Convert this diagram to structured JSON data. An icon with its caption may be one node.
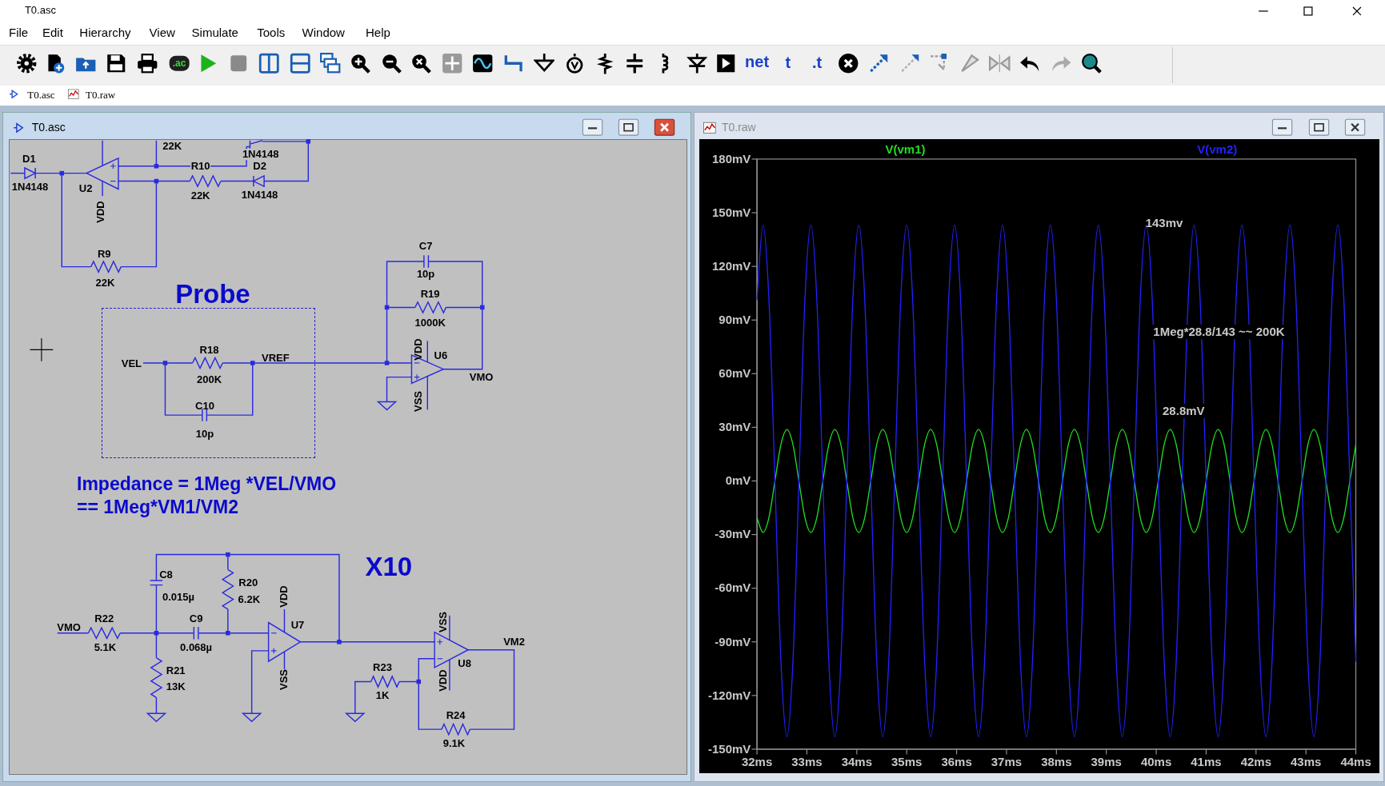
{
  "diagram": {
    "nodes": [
      {
        "text": [
          "Probe",
          "VEL",
          "R18",
          "200K",
          "VREF",
          "C10",
          "10p"
        ]
      }
    ],
    "labels": [
      "T0.asc",
      "File",
      "Edit",
      "Hierarchy",
      "View",
      "Simulate",
      "Tools",
      "Window",
      "Help",
      ".ac",
      "net",
      "t",
      ".t",
      "T0.asc",
      "T0.raw",
      "T0.asc",
      "T0.raw",
      "22K",
      "D1",
      "1N4148",
      "U2",
      "VDD",
      "1N4148",
      "R10",
      "22K",
      "D2",
      "1N4148",
      "R9",
      "22K",
      "C7",
      "10p",
      "R19",
      "1000K",
      "VDD",
      "U6",
      "VMO",
      "VSS",
      "Impedance = 1Meg *VEL/VMO",
      "== 1Meg*VM1/VM2",
      "X10",
      "C8",
      "0.015µ",
      "R20",
      "6.2K",
      "VDD",
      "VMO",
      "R22",
      "5.1K",
      "C9",
      "0.068µ",
      "U7",
      "VSS",
      "R21",
      "13K",
      "VSS",
      "VM2",
      "U8",
      "VDD",
      "R23",
      "1K",
      "R24",
      "9.1K"
    ],
    "chart_data": {
      "type": "line",
      "x": [
        32,
        32.12,
        32.24,
        32.36,
        32.48,
        32.6,
        32.72,
        32.84,
        32.96,
        33.08,
        33.2,
        33.32,
        33.44,
        33.56,
        33.68,
        33.8,
        33.92,
        34.04,
        34.16,
        34.28,
        34.4,
        34.52,
        34.64,
        34.76,
        34.88,
        35,
        35.12,
        35.24,
        35.36,
        35.48,
        35.6,
        35.72,
        35.84,
        35.96,
        36.08,
        36.2,
        36.32,
        36.44,
        36.56,
        36.68,
        36.8,
        36.92,
        37.04,
        37.16,
        37.28,
        37.4,
        37.52,
        37.64,
        37.76,
        37.88,
        38,
        38.12,
        38.24,
        38.36,
        38.48,
        38.6,
        38.72,
        38.84,
        38.96,
        39.08,
        39.2,
        39.32,
        39.44,
        39.56,
        39.68,
        39.8,
        39.92,
        40.04,
        40.16,
        40.28,
        40.4,
        40.52,
        40.64,
        40.76,
        40.88,
        41,
        41.12,
        41.24,
        41.36,
        41.48,
        41.6,
        41.72,
        41.84,
        41.96,
        42.08,
        42.2,
        42.32,
        42.44,
        42.56,
        42.68,
        42.8,
        42.92,
        43.04,
        43.16,
        43.28,
        43.4,
        43.52,
        43.64,
        43.76,
        43.88,
        44
      ],
      "series": [
        {
          "name": "V(vm1)",
          "color": "#22dd22",
          "values": [
            -20.4,
            -28.8,
            -20.4,
            0,
            20.4,
            28.8,
            20.4,
            0,
            -20.4,
            -28.8,
            -20.4,
            0,
            20.4,
            28.8,
            20.4,
            0,
            -20.4,
            -28.8,
            -20.4,
            0,
            20.4,
            28.8,
            20.4,
            0,
            -20.4,
            -28.8,
            -20.4,
            0,
            20.4,
            28.8,
            20.4,
            0,
            -20.4,
            -28.8,
            -20.4,
            0,
            20.4,
            28.8,
            20.4,
            0,
            -20.4,
            -28.8,
            -20.4,
            0,
            20.4,
            28.8,
            20.4,
            0,
            -20.4,
            -28.8,
            -20.4,
            0,
            20.4,
            28.8,
            20.4,
            0,
            -20.4,
            -28.8,
            -20.4,
            0,
            20.4,
            28.8,
            20.4,
            0,
            -20.4,
            -28.8,
            -20.4,
            0,
            20.4,
            28.8,
            20.4,
            0,
            -20.4,
            -28.8,
            -20.4,
            0,
            20.4,
            28.8,
            20.4,
            0,
            -20.4,
            -28.8,
            -20.4,
            0,
            20.4,
            28.8,
            20.4,
            0,
            -20.4,
            -28.8,
            -20.4,
            0,
            20.4,
            28.8,
            20.4,
            0,
            -20.4,
            -28.8,
            -20.4,
            0,
            20.4
          ]
        },
        {
          "name": "V(vm2)",
          "color": "#2222ff",
          "values": [
            101.1,
            143,
            101.1,
            0,
            -101.1,
            -143,
            -101.1,
            0,
            101.1,
            143,
            101.1,
            0,
            -101.1,
            -143,
            -101.1,
            0,
            101.1,
            143,
            101.1,
            0,
            -101.1,
            -143,
            -101.1,
            0,
            101.1,
            143,
            101.1,
            0,
            -101.1,
            -143,
            -101.1,
            0,
            101.1,
            143,
            101.1,
            0,
            -101.1,
            -143,
            -101.1,
            0,
            101.1,
            143,
            101.1,
            0,
            -101.1,
            -143,
            -101.1,
            0,
            101.1,
            143,
            101.1,
            0,
            -101.1,
            -143,
            -101.1,
            0,
            101.1,
            143,
            101.1,
            0,
            -101.1,
            -143,
            -101.1,
            0,
            101.1,
            143,
            101.1,
            0,
            -101.1,
            -143,
            -101.1,
            0,
            101.1,
            143,
            101.1,
            0,
            -101.1,
            -143,
            -101.1,
            0,
            101.1,
            143,
            101.1,
            0,
            -101.1,
            -143,
            -101.1,
            0,
            101.1,
            143,
            101.1,
            0,
            -101.1,
            -143,
            -101.1,
            0,
            101.1,
            143,
            101.1,
            0,
            -101.1
          ]
        }
      ],
      "xlim": [
        32,
        44
      ],
      "ylim": [
        -150,
        180
      ],
      "xticks": [
        {
          "value": 32,
          "label": "32ms"
        },
        {
          "value": 33,
          "label": "33ms"
        },
        {
          "value": 34,
          "label": "34ms"
        },
        {
          "value": 35,
          "label": "35ms"
        },
        {
          "value": 36,
          "label": "36ms"
        },
        {
          "value": 37,
          "label": "37ms"
        },
        {
          "value": 38,
          "label": "38ms"
        },
        {
          "value": 39,
          "label": "39ms"
        },
        {
          "value": 40,
          "label": "40ms"
        },
        {
          "value": 41,
          "label": "41ms"
        },
        {
          "value": 42,
          "label": "42ms"
        },
        {
          "value": 43,
          "label": "43ms"
        },
        {
          "value": 44,
          "label": "44ms"
        }
      ],
      "yticks": [
        {
          "value": 180,
          "label": "180mV"
        },
        {
          "value": 150,
          "label": "150mV"
        },
        {
          "value": 120,
          "label": "120mV"
        },
        {
          "value": 90,
          "label": "90mV"
        },
        {
          "value": 60,
          "label": "60mV"
        },
        {
          "value": 30,
          "label": "30mV"
        },
        {
          "value": 0,
          "label": "0mV"
        },
        {
          "value": -30,
          "label": "-30mV"
        },
        {
          "value": -60,
          "label": "-60mV"
        },
        {
          "value": -90,
          "label": "-90mV"
        },
        {
          "value": -120,
          "label": "-120mV"
        },
        {
          "value": -150,
          "label": "-150mV"
        }
      ],
      "annotations": [
        "143mv",
        "1Meg*28.8/143 ~~ 200K",
        "28.8mV"
      ]
    }
  }
}
